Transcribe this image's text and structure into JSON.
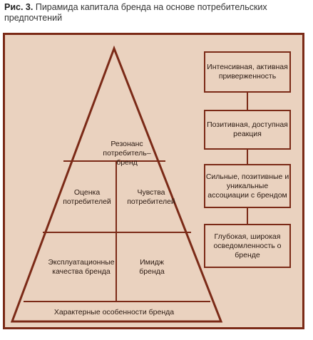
{
  "caption": {
    "label": "Рис. 3.",
    "text": "Пирамида капитала бренда на основе потребительских предпочтений"
  },
  "pyramid": {
    "top": "Резонанс потребитель–бренд",
    "middle_left": "Оценка потребителей",
    "middle_right": "Чувства потребителей",
    "lower_left": "Эксплуатационные качества бренда",
    "lower_right": "Имидж бренда",
    "base": "Характерные особенности бренда"
  },
  "stages": [
    {
      "label": "Интенсивная, активная приверженность"
    },
    {
      "label": "Позитивная, доступная реакция"
    },
    {
      "label": "Сильные, позитивные и уникальные ассоциации с брендом"
    },
    {
      "label": "Глубокая, широкая осведомленность о бренде"
    }
  ],
  "colors": {
    "fill": "#ead2bf",
    "stroke": "#7b2a17"
  }
}
